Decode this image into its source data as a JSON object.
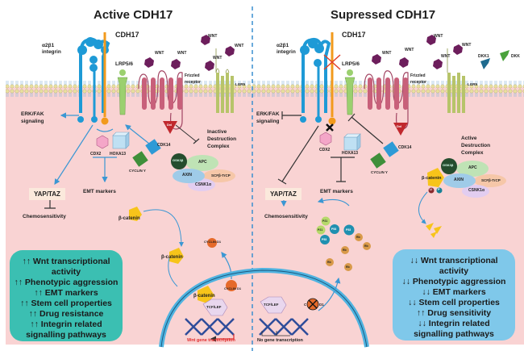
{
  "panels": {
    "left": {
      "title": "Active CDH17",
      "labels": {
        "cdh17": "CDH17",
        "integrin": [
          "α2β1",
          "integrin"
        ],
        "lrp": "LRP5/6",
        "wnt": "WNT",
        "frizzled": [
          "Frizzled",
          "receptor"
        ],
        "lgr5": "LGR5",
        "erk": [
          "ERK/FAK",
          "signaling"
        ],
        "cdx2": "CDX2",
        "hoxa13": "HOXA13",
        "cdk14": "CDK14",
        "cyclin_y": "CYCLIN Y",
        "dvl": "Dvl",
        "destruction_complex": [
          "Inactive",
          "Destruction",
          "Complex"
        ],
        "gsk3b": "GSK3β",
        "apc": "APC",
        "axin": "AXIN",
        "scf": "SCFβ-TrCP",
        "csnk1a": "CSNK1α",
        "emt": "EMT markers",
        "yap": "YAP/TAZ",
        "chemo": "Chemosensitivity",
        "bcat": "β-catenin",
        "cyclin_d1": "CYCLIN D1",
        "tcf": "TCF/LEF",
        "transcription": "Wnt gene transcription"
      },
      "summary": [
        "↑↑ Wnt transcriptional",
        "activity",
        "↑↑ Phenotypic aggression",
        "↑↑ EMT markers",
        "↑↑ Stem cell properties",
        "↑↑ Drug resistance",
        "↑↑ Integrin related",
        "signalling pathways"
      ]
    },
    "right": {
      "title": "Supressed CDH17",
      "labels": {
        "cdh17": "CDH17",
        "integrin": [
          "α2β1",
          "integrin"
        ],
        "lrp": "LRP5/6",
        "wnt": "WNT",
        "frizzled": [
          "Frizzled",
          "receptor"
        ],
        "lgr5": "LGR5",
        "dkk1": "DKK1",
        "dkk": "DKK",
        "erk": [
          "ERK/FAK",
          "signaling"
        ],
        "cdx2": "CDX2",
        "hoxa13": "HOXA13",
        "cdk14": "CDK14",
        "cyclin_y": "CYCLIN Y",
        "dvl": "Dvl",
        "destruction_complex": [
          "Active",
          "Destruction",
          "Complex"
        ],
        "gsk3b": "GSK3β",
        "apc": "APC",
        "axin": "AXIN",
        "scf": "SCFβ-TrCP",
        "csnk1a": "CSNK1α",
        "emt": "EMT markers",
        "yap": "YAP/TAZ",
        "chemo": "Chemosensitivity",
        "bcat": "β-catenin",
        "ub": "U",
        "p": "P",
        "tcf": "TCF/LEF",
        "cyclin_d1_short": "C",
        "cyclin_d1_tail": "D1",
        "transcription": "No gene transcription",
        "p21": "P21",
        "p53": "P53",
        "rb": "Rb"
      },
      "summary": [
        "↓↓ Wnt transcriptional",
        "activity",
        "↓↓ Phenotypic aggression",
        "↓↓ EMT markers",
        "↓↓ Stem cell properties",
        "↑↑ Drug sensitivity",
        "↓↓ Integrin related",
        "signalling pathways"
      ]
    }
  },
  "colors": {
    "cytoplasm": "#f9d3d3",
    "divider": "#3a8fd0",
    "integrin": "#1e9ad6",
    "cdh17": "#f29a1c",
    "lrp": "#9bd06f",
    "frizzled": "#c8607a",
    "lgr5": "#b7c46a",
    "wnt": "#6d1e5c",
    "dvl": "#c0282d",
    "arrow": "#3b97d3",
    "active_box": "#3bbfb2",
    "suppressed_box": "#7fc8ea",
    "bcat": "#f7c41a",
    "cyclin_d1": "#e56a2a",
    "nucleus": "#4fb3e0",
    "dna": "#2f4d9a",
    "transcription_red": "#e02b2b"
  }
}
